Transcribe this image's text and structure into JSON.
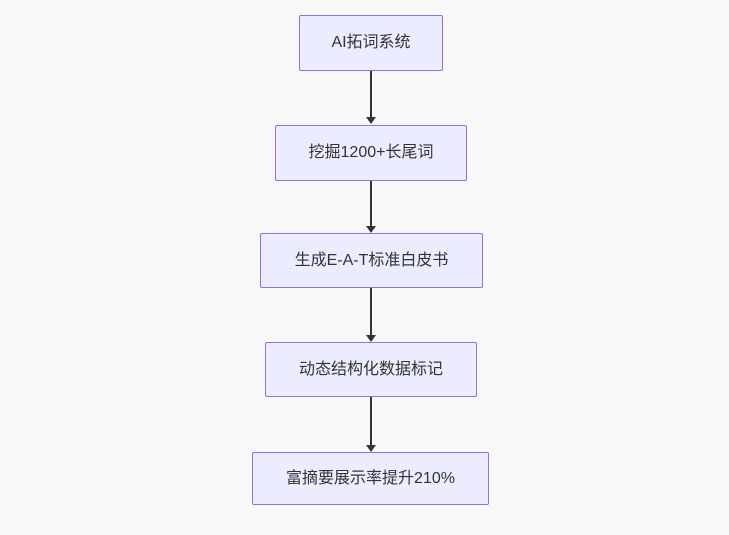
{
  "flowchart": {
    "type": "flowchart",
    "direction": "top-down",
    "nodes": [
      {
        "id": "step-1",
        "label": "AI拓词系统"
      },
      {
        "id": "step-2",
        "label": "挖掘1200+长尾词"
      },
      {
        "id": "step-3",
        "label": "生成E-A-T标准白皮书"
      },
      {
        "id": "step-4",
        "label": "动态结构化数据标记"
      },
      {
        "id": "step-5",
        "label": "富摘要展示率提升210%"
      }
    ],
    "edges": [
      {
        "from": "step-1",
        "to": "step-2"
      },
      {
        "from": "step-2",
        "to": "step-3"
      },
      {
        "from": "step-3",
        "to": "step-4"
      },
      {
        "from": "step-4",
        "to": "step-5"
      }
    ],
    "colors": {
      "background": "#f8f8f8",
      "node_fill": "#ECECFF",
      "node_border": "#9370DB",
      "text": "#333333",
      "arrow": "#333333"
    }
  }
}
